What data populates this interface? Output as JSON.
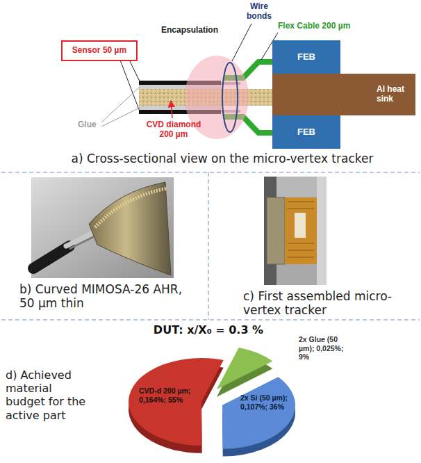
{
  "diagram": {
    "nodes": [
      {
        "text": [
          "Sensor 50 µm"
        ]
      },
      {
        "text": [
          "FEB"
        ]
      },
      {
        "text": [
          "Al heat sink"
        ]
      },
      {
        "text": [
          "FEB"
        ]
      }
    ],
    "labels": [
      "Wire bonds",
      "Encapsulation",
      "Flex Cable 200 µm",
      "Glue",
      "CVD diamond 200 µm",
      "a) Cross-sectional view on the micro-vertex tracker",
      "b) Curved MIMOSA-26 AHR, 50 µm thin",
      "c) First assembled micro-vertex tracker",
      "DUT: x/X₀ = 0.3 %",
      "2x Glue (50 µm); 0,025%; 9%",
      "CVD-d 200 µm; 0,164%; 55%",
      "2x Si (50 µm); 0,107%; 36%",
      "d) Achieved material budget for the active part"
    ]
  }
}
